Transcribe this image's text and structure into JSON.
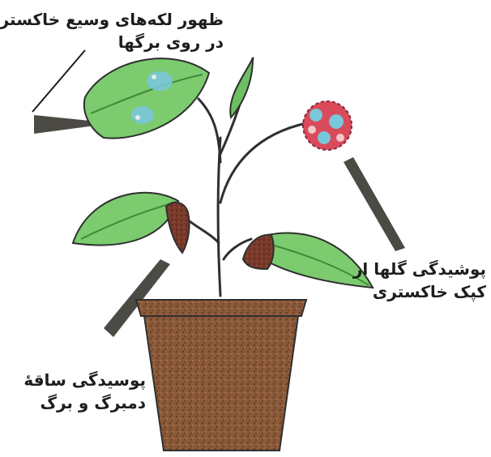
{
  "labels": {
    "leaf_spots": {
      "line1": "ظهور لکه‌های وسیع خاکستری",
      "line2": "در روی برگها"
    },
    "flower_rot": {
      "line1": "پوشیدگی گلها از",
      "line2": "کپک خاکستری"
    },
    "stem_rot": {
      "line1": "پوسیدگی ساقهٔ",
      "line2": "دمبرگ و برگ"
    }
  },
  "colors": {
    "leaf_green": "#7ccb6f",
    "leaf_dark": "#3f8a3a",
    "blue_spot": "#7ac7d9",
    "mold_brown": "#7a3a2a",
    "soil_brown": "#8a5a3a",
    "flower_red": "#d94a5a",
    "pointer_gray": "#4b4a45",
    "stem": "#2f2f2f"
  }
}
